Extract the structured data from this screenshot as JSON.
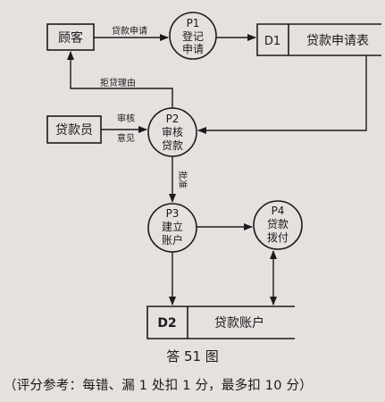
{
  "nodes": {
    "customer": {
      "label": "顾客"
    },
    "loan_officer": {
      "label": "贷款员"
    },
    "p1": {
      "id": "P1",
      "line1": "登记",
      "line2": "申请"
    },
    "p2": {
      "id": "P2",
      "line1": "审核",
      "line2": "贷款"
    },
    "p3": {
      "id": "P3",
      "line1": "建立",
      "line2": "账户"
    },
    "p4": {
      "id": "P4",
      "line1": "贷款",
      "line2": "拨付"
    },
    "d1": {
      "id": "D1",
      "name": "贷款申请表"
    },
    "d2": {
      "id": "D2",
      "name": "贷款账户"
    }
  },
  "flows": {
    "loan_application": "贷款申请",
    "reject_reason": "拒贷理由",
    "audit_opinion_1": "审核",
    "audit_opinion_2": "意见",
    "approve": "批准"
  },
  "caption": "答 51 图",
  "scoring_note": "（评分参考：每错、漏 1 处扣 1 分，最多扣 10 分）"
}
